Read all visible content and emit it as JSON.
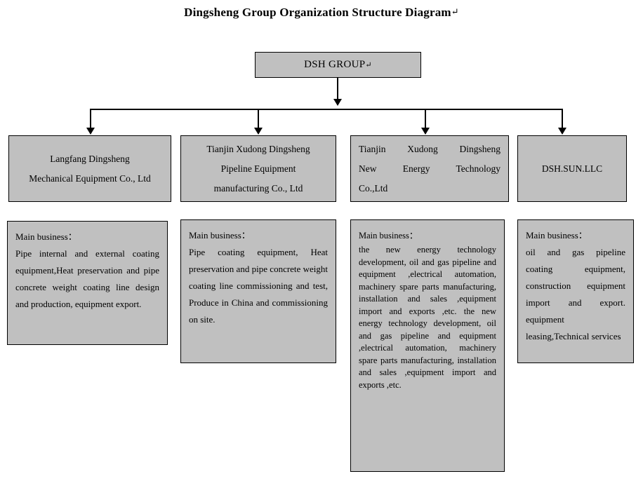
{
  "title": {
    "text": "Dingsheng Group Organization Structure Diagram",
    "return_mark": "↵"
  },
  "root": {
    "label": "DSH GROUP",
    "return_mark": "↵"
  },
  "units": [
    {
      "name": "langfang-dingsheng",
      "lines": [
        "Langfang Dingsheng",
        "Mechanical Equipment Co., Ltd"
      ],
      "align": "center"
    },
    {
      "name": "tianjin-xudong-pipeline",
      "lines": [
        "Tianjin Xudong Dingsheng",
        "Pipeline Equipment",
        "manufacturing   Co., Ltd"
      ],
      "align": "center"
    },
    {
      "name": "tianjin-xudong-new-energy",
      "lines": [
        "Tianjin  Xudong  Dingsheng",
        "New   Energy   Technology",
        "Co.,Ltd"
      ],
      "align": "justify"
    },
    {
      "name": "dsh-sun-llc",
      "lines": [
        "DSH.SUN.LLC"
      ],
      "align": "center"
    }
  ],
  "descriptions": [
    {
      "name": "desc-langfang",
      "heading": "Main business：",
      "body": "Pipe internal and external coating equipment,Heat preservation and pipe concrete weight coating line design and production, equipment export."
    },
    {
      "name": "desc-pipeline",
      "heading": "Main business：",
      "body": "Pipe coating equipment, Heat preservation and pipe concrete weight coating line commissioning and test, Produce in China and commissioning on site."
    },
    {
      "name": "desc-new-energy",
      "heading": "Main business：",
      "body": "the new energy technology development, oil and gas pipeline and equipment ,electrical automation, machinery spare parts manufacturing, installation and sales ,equipment import and exports ,etc.\nthe new energy technology development, oil and gas pipeline and equipment ,electrical automation, machinery spare parts manufacturing, installation and sales ,equipment import and exports ,etc."
    },
    {
      "name": "desc-dsh-sun",
      "heading": "Main business：",
      "body": "oil and gas pipeline coating equipment, construction equipment import and export. equipment leasing,Technical services"
    }
  ],
  "colors": {
    "box_fill": "#c0c0c0",
    "border": "#000000",
    "background": "#ffffff",
    "text": "#000000"
  }
}
